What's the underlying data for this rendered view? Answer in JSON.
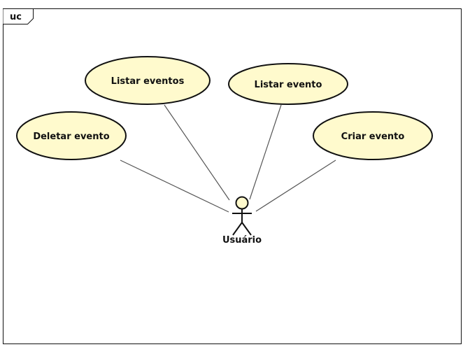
{
  "frame": {
    "label": "uc"
  },
  "actor": {
    "name": "Usuário"
  },
  "use_cases": [
    {
      "id": "listar-eventos",
      "label": "Listar eventos"
    },
    {
      "id": "listar-evento",
      "label": "Listar evento"
    },
    {
      "id": "deletar-evento",
      "label": "Deletar evento"
    },
    {
      "id": "criar-evento",
      "label": "Criar evento"
    }
  ],
  "colors": {
    "use_case_fill": "#fffacd",
    "stroke": "#111111",
    "line": "#555555"
  }
}
